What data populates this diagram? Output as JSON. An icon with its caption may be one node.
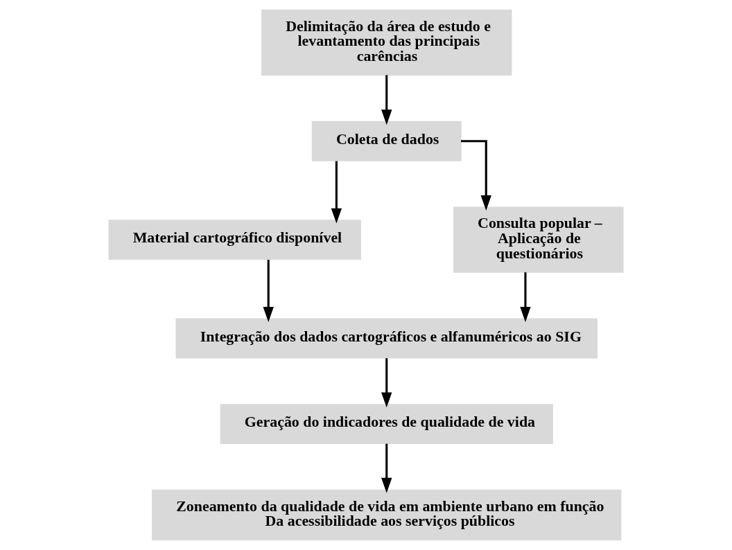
{
  "diagram": {
    "nodes": [
      {
        "text": [
          "Delimitação da área de estudo e levantamento das principais carências"
        ]
      },
      {
        "text": [
          "Coleta de dados"
        ]
      },
      {
        "text": [
          "Material cartográfico disponível"
        ]
      },
      {
        "text": [
          "Consulta popular – Aplicação de questionários"
        ]
      },
      {
        "text": [
          "Integração dos dados cartográficos e alfanuméricos ao SIG"
        ]
      },
      {
        "text": [
          "Geração do indicadores de qualidade de vida"
        ]
      },
      {
        "text": [
          "Zoneamento da qualidade de vida em ambiente urbano em função Da acessibilidade aos serviços públicos"
        ]
      }
    ],
    "edges": [
      {
        "from": 0,
        "to": 1,
        "arrow": "to"
      },
      {
        "from": 1,
        "to": 2,
        "arrow": "to"
      },
      {
        "from": 1,
        "to": 3,
        "arrow": "to"
      },
      {
        "from": 2,
        "to": 4,
        "arrow": "to"
      },
      {
        "from": 3,
        "to": 4,
        "arrow": "to"
      },
      {
        "from": 4,
        "to": 5,
        "arrow": "to"
      },
      {
        "from": 5,
        "to": 6,
        "arrow": "to"
      }
    ]
  }
}
